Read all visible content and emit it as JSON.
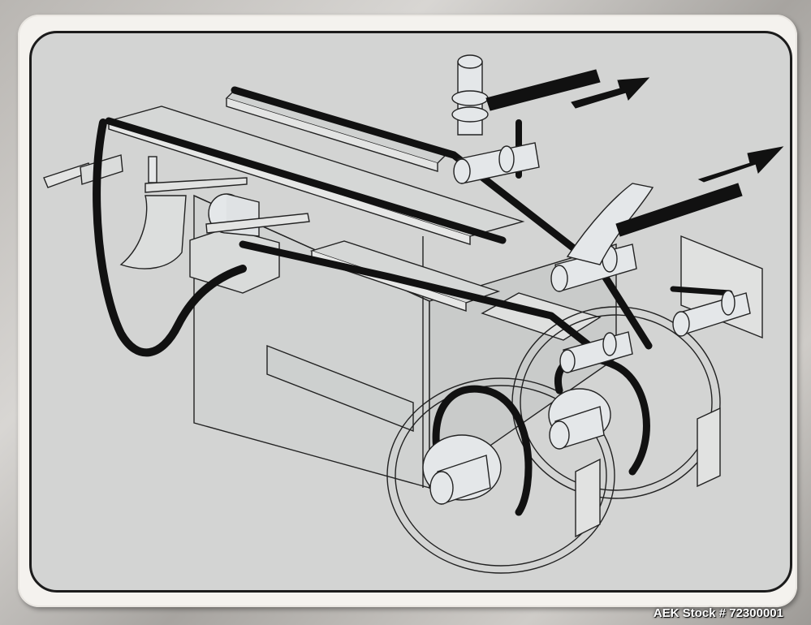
{
  "illustration": {
    "subject": "belt drive conveyor mechanism",
    "components": [
      "belt",
      "pulleys",
      "rails",
      "motor-housing",
      "output-arrows",
      "wheels",
      "mounting-plate"
    ]
  },
  "watermark": {
    "text": "AEK Stock # 72300001"
  },
  "colors": {
    "panel": "#d3d4d3",
    "ink": "#111111",
    "pulley": "#e4e7e9",
    "plate": "#f4f2ee"
  }
}
